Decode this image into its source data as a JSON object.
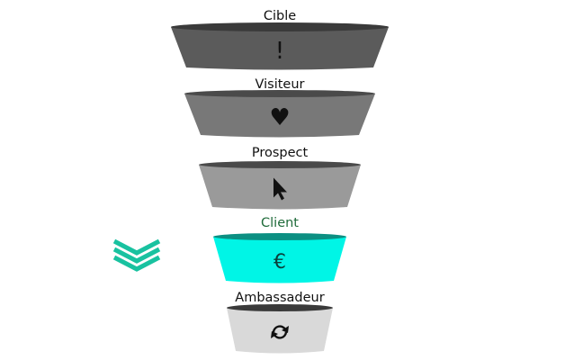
{
  "colors": {
    "accent": "#19c2a0",
    "active_label": "#1f6b3a"
  },
  "funnel": {
    "stages": [
      {
        "label": "Cible",
        "icon": "exclamation-icon",
        "glyph": "!",
        "fill": "#5b5b5b",
        "top_fill": "#3a3a3a",
        "active": false
      },
      {
        "label": "Visiteur",
        "icon": "heart-icon",
        "glyph": "♥",
        "fill": "#787878",
        "top_fill": "#4a4a4a",
        "active": false
      },
      {
        "label": "Prospect",
        "icon": "cursor-icon",
        "glyph": "",
        "fill": "#9a9a9a",
        "top_fill": "#4a4a4a",
        "active": false
      },
      {
        "label": "Client",
        "icon": "euro-icon",
        "glyph": "€",
        "fill": "#00f5e6",
        "top_fill": "#0c8f82",
        "active": true
      },
      {
        "label": "Ambassadeur",
        "icon": "refresh-icon",
        "glyph": "",
        "fill": "#d9d9d9",
        "top_fill": "#3a3a3a",
        "active": false
      }
    ]
  },
  "indicator": {
    "icon": "triple-chevron-down-icon"
  }
}
